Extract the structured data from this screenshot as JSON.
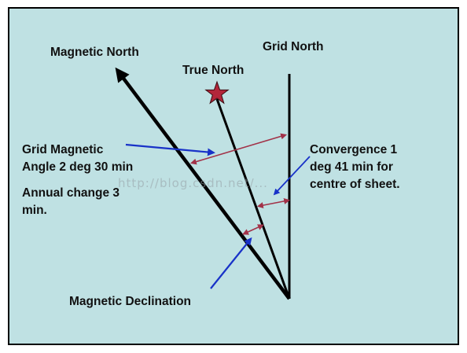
{
  "colors": {
    "background": "#bfe1e3",
    "frame": "#000000",
    "north_lines": "#000000",
    "pointer_arrows": "#1832c8",
    "angle_arrows": "#a23248",
    "star": "#b3263a"
  },
  "labels": {
    "magnetic_north": "Magnetic North",
    "true_north": "True North",
    "grid_north": "Grid North",
    "grid_magnetic_angle": [
      "Grid Magnetic",
      "Angle 2 deg 30 min"
    ],
    "annual_change": [
      "Annual change 3",
      "min."
    ],
    "convergence": [
      "Convergence 1",
      "deg 41 min for",
      "centre of sheet."
    ],
    "magnetic_declination": "Magnetic Declination"
  },
  "watermark": "http://blog.csdn.net/..."
}
